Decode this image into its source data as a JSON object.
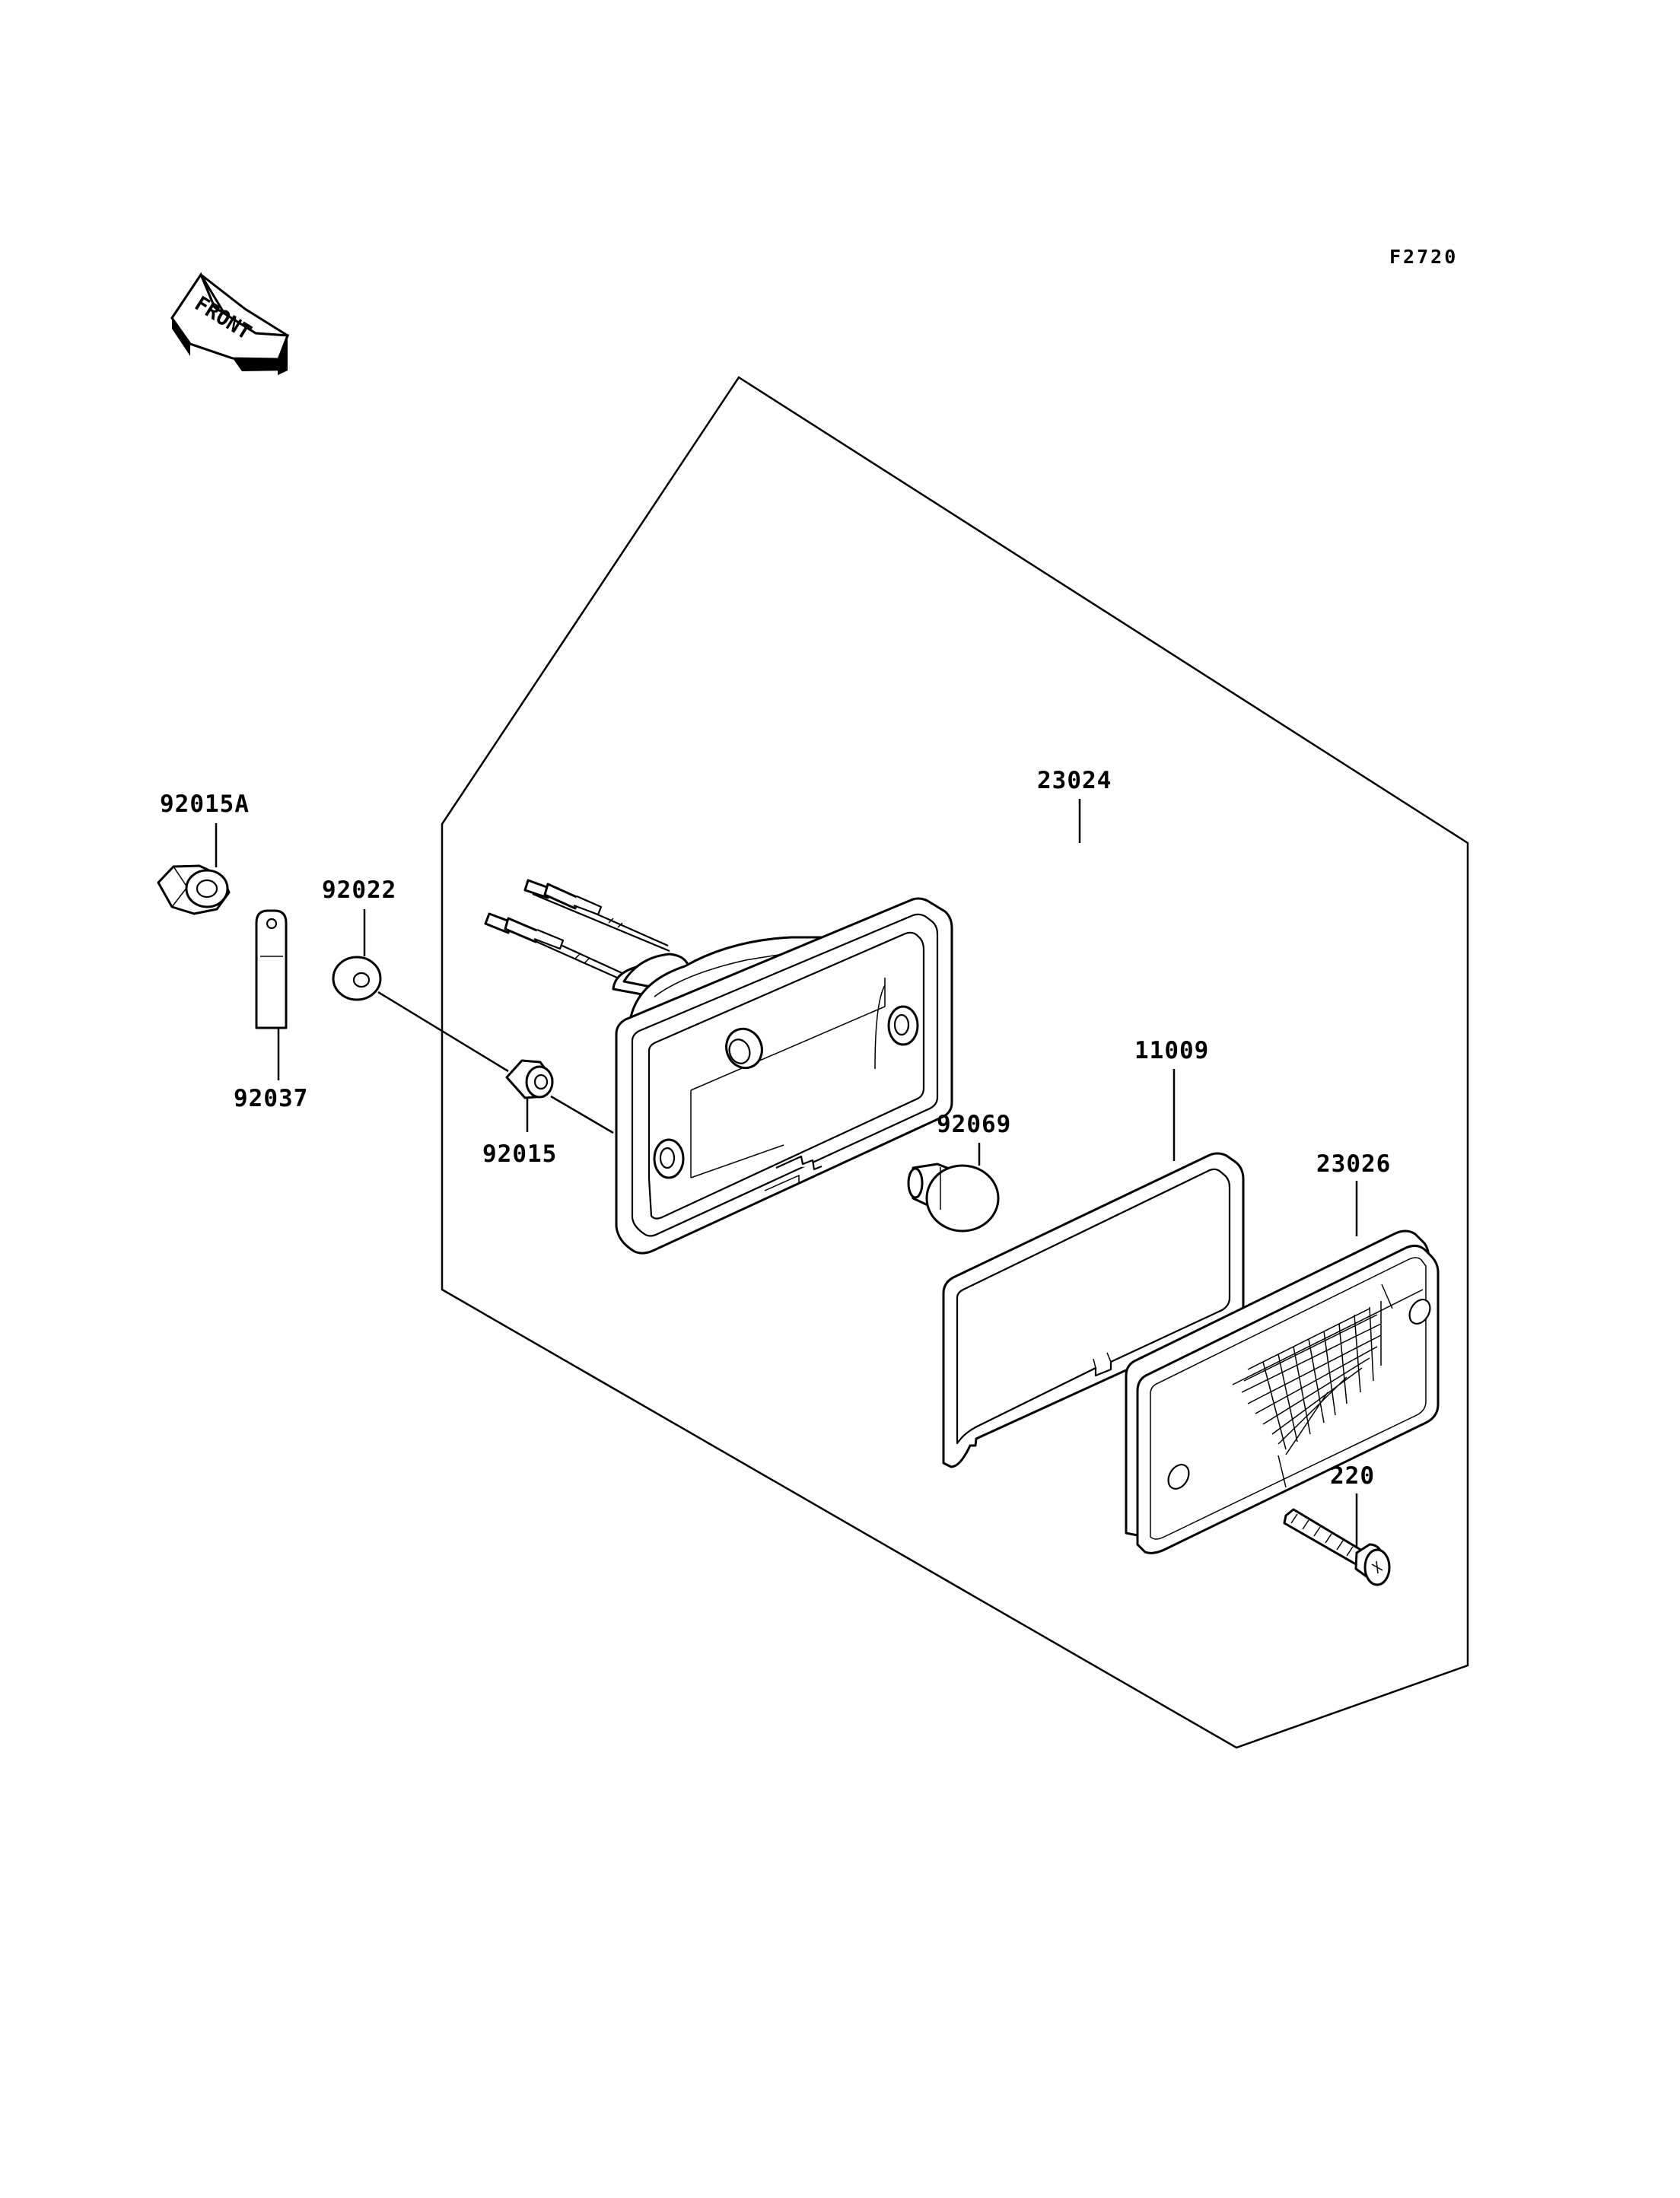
{
  "figure_code": "F2720",
  "front_label": "FRONT",
  "parts": [
    {
      "id": "92015A",
      "label": "92015A"
    },
    {
      "id": "92022",
      "label": "92022"
    },
    {
      "id": "92037",
      "label": "92037"
    },
    {
      "id": "92015",
      "label": "92015"
    },
    {
      "id": "23024",
      "label": "23024"
    },
    {
      "id": "92069",
      "label": "92069"
    },
    {
      "id": "11009",
      "label": "11009"
    },
    {
      "id": "23026",
      "label": "23026"
    },
    {
      "id": "220",
      "label": "220"
    }
  ]
}
